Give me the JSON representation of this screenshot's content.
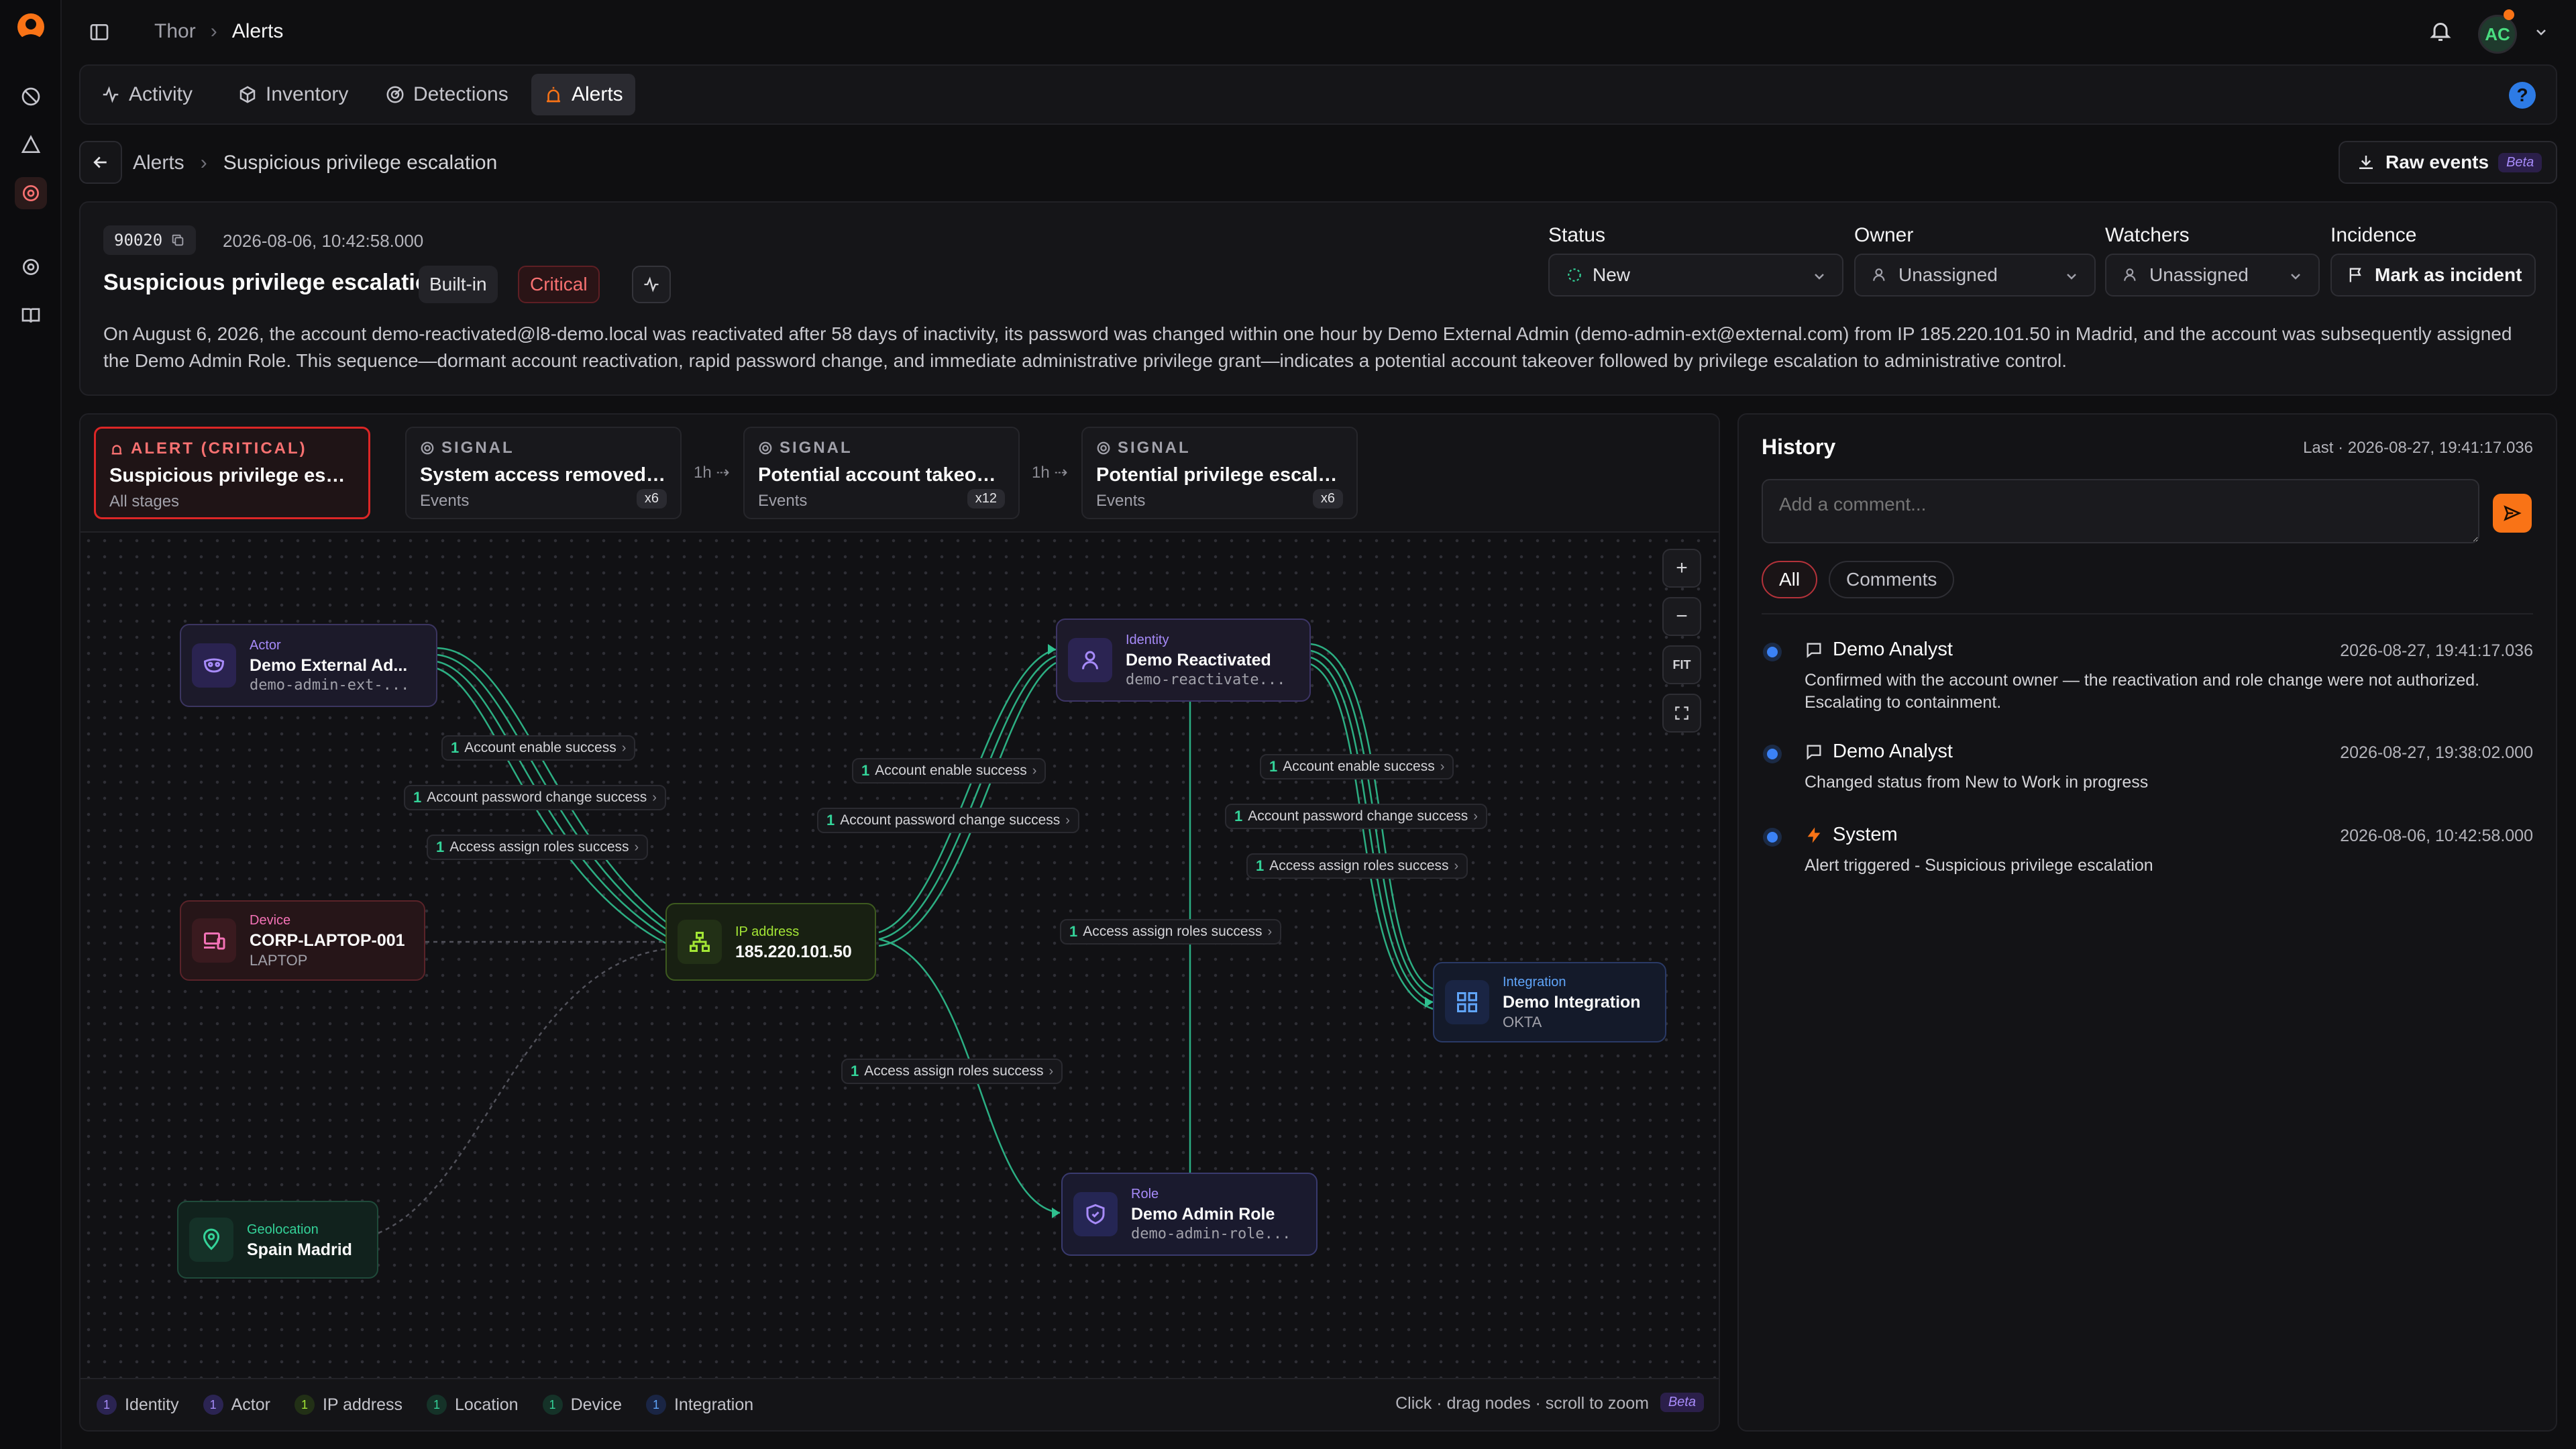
{
  "app": {
    "breadcrumb": [
      "Thor",
      "Alerts"
    ],
    "avatar_initials": "AC"
  },
  "nav_tabs": [
    {
      "label": "Activity",
      "icon": "activity-icon"
    },
    {
      "label": "Inventory",
      "icon": "cube-icon"
    },
    {
      "label": "Detections",
      "icon": "radar-icon"
    },
    {
      "label": "Alerts",
      "icon": "alarm-icon",
      "active": true
    }
  ],
  "help_label": "?",
  "page_breadcrumb": {
    "parent": "Alerts",
    "current": "Suspicious privilege escalation"
  },
  "raw_events": {
    "label": "Raw events",
    "badge": "Beta"
  },
  "alert": {
    "id": "90020",
    "timestamp": "2026-08-06, 10:42:58.000",
    "title": "Suspicious privilege escalation",
    "tags": {
      "builtin": "Built-in",
      "severity": "Critical"
    },
    "description": "On August 6, 2026, the account demo-reactivated@l8-demo.local was reactivated after 58 days of inactivity, its password was changed within one hour by Demo External Admin (demo-admin-ext@external.com) from IP 185.220.101.50 in Madrid, and the account was subsequently assigned the Demo Admin Role. This sequence—dormant account reactivation, rapid password change, and immediate administrative privilege grant—indicates a potential account takeover followed by privilege escalation to administrative control."
  },
  "fields": {
    "status": {
      "label": "Status",
      "value": "New"
    },
    "owner": {
      "label": "Owner",
      "value": "Unassigned"
    },
    "watchers": {
      "label": "Watchers",
      "value": "Unassigned"
    },
    "incidence": {
      "label": "Incidence",
      "value": "Mark as incident"
    }
  },
  "stages": [
    {
      "kicker": "ALERT (CRITICAL)",
      "title": "Suspicious privilege esca...",
      "sub": "All stages",
      "count": ""
    },
    {
      "kicker": "SIGNAL",
      "title": "System access removed ...",
      "sub": "Events",
      "count": "x6"
    },
    {
      "kicker": "SIGNAL",
      "title": "Potential account takeover",
      "sub": "Events",
      "count": "x12"
    },
    {
      "kicker": "SIGNAL",
      "title": "Potential privilege escala...",
      "sub": "Events",
      "count": "x6"
    }
  ],
  "stage_gaps": [
    "1h",
    "1h"
  ],
  "nodes": {
    "actor": {
      "kind": "Actor",
      "title": "Demo External Ad...",
      "sub": "demo-admin-ext-..."
    },
    "device": {
      "kind": "Device",
      "title": "CORP-LAPTOP-001",
      "sub": "LAPTOP"
    },
    "ip": {
      "kind": "IP address",
      "title": "185.220.101.50"
    },
    "geo": {
      "kind": "Geolocation",
      "title": "Spain Madrid"
    },
    "identity": {
      "kind": "Identity",
      "title": "Demo Reactivated",
      "sub": "demo-reactivate..."
    },
    "integration": {
      "kind": "Integration",
      "title": "Demo Integration",
      "sub": "OKTA"
    },
    "role": {
      "kind": "Role",
      "title": "Demo Admin Role",
      "sub": "demo-admin-role..."
    }
  },
  "edge_labels": {
    "a1": {
      "count": "1",
      "label": "Account enable success"
    },
    "a2": {
      "count": "1",
      "label": "Account password change success"
    },
    "a3": {
      "count": "1",
      "label": "Access assign roles success"
    },
    "b1": {
      "count": "1",
      "label": "Account enable success"
    },
    "b2": {
      "count": "1",
      "label": "Account password change success"
    },
    "c1": {
      "count": "1",
      "label": "Access assign roles success"
    },
    "d1": {
      "count": "1",
      "label": "Account enable success"
    },
    "d2": {
      "count": "1",
      "label": "Account password change success"
    },
    "d3": {
      "count": "1",
      "label": "Access assign roles success"
    },
    "e1": {
      "count": "1",
      "label": "Access assign roles success"
    }
  },
  "zoom": {
    "in": "+",
    "out": "−",
    "fit": "FIT"
  },
  "legend": [
    {
      "count": "1",
      "label": "Identity",
      "color": "#a78bfa"
    },
    {
      "count": "1",
      "label": "Actor",
      "color": "#a78bfa"
    },
    {
      "count": "1",
      "label": "IP address",
      "color": "#a3e635"
    },
    {
      "count": "1",
      "label": "Location",
      "color": "#34d399"
    },
    {
      "count": "1",
      "label": "Device",
      "color": "#f472b6"
    },
    {
      "count": "1",
      "label": "Integration",
      "color": "#60a5fa"
    }
  ],
  "graph_hint": "Click · drag nodes · scroll to zoom",
  "graph_beta": "Beta",
  "history": {
    "title": "History",
    "last": "Last · 2026-08-27, 19:41:17.036",
    "comment_placeholder": "Add a comment...",
    "filters": [
      "All",
      "Comments"
    ],
    "entries": [
      {
        "who": "Demo Analyst",
        "when": "2026-08-27, 19:41:17.036",
        "msg": "Confirmed with the account owner — the reactivation and role change were not authorized. Escalating to containment.",
        "icon": "comment-icon"
      },
      {
        "who": "Demo Analyst",
        "when": "2026-08-27, 19:38:02.000",
        "msg": "Changed status from New to Work in progress",
        "icon": "comment-icon"
      },
      {
        "who": "System",
        "when": "2026-08-06, 10:42:58.000",
        "msg": "Alert triggered - Suspicious privilege escalation",
        "icon": "bolt-icon"
      }
    ]
  },
  "colors": {
    "accent": "#f97316",
    "critical": "#dc2626",
    "edge": "#2fc08f"
  }
}
